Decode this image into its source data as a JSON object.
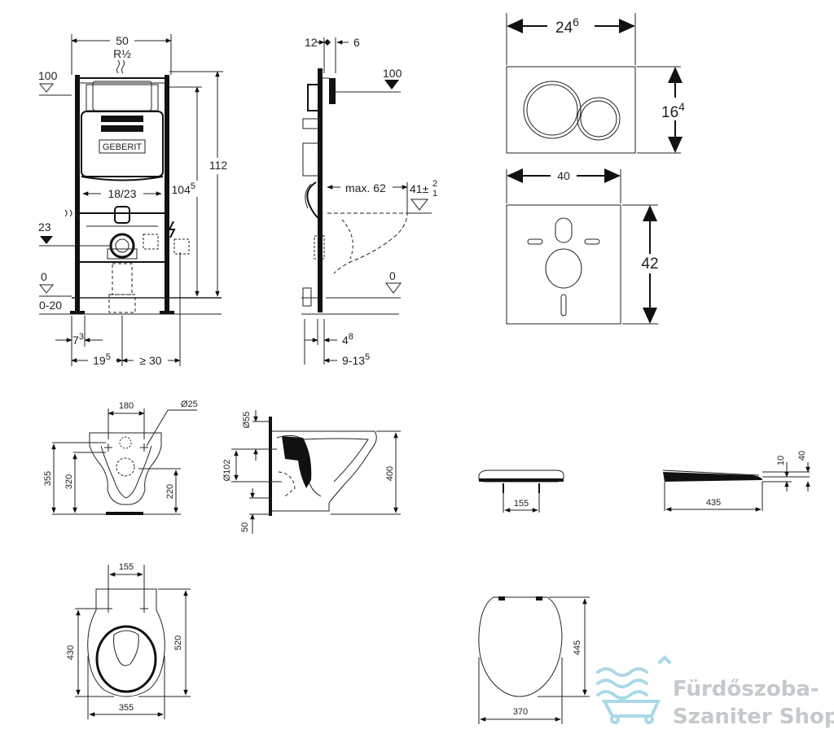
{
  "frame_front": {
    "width": "50",
    "pipe": "R½",
    "level_100": "100",
    "level_23": "23",
    "level_0": "0",
    "range_floor": "0-20",
    "height_112": "112",
    "height_1045": "104",
    "height_1045_sup": "5",
    "spacing": "18/23",
    "dim_73": "7",
    "dim_73_sup": "3",
    "dim_195": "19",
    "dim_195_sup": "5",
    "dim_ge30": "≥ 30",
    "brand": "GEBERIT"
  },
  "frame_side": {
    "dim_12": "12",
    "dim_6": "6",
    "level_100": "100",
    "max62": "max. 62",
    "dim_41": "41",
    "dim_41_tol": "±",
    "dim_41_up": "2",
    "dim_41_dn": "1",
    "level_0": "0",
    "dim_48": "4",
    "dim_48_sup": "8",
    "dim_9135": "9-13",
    "dim_9135_sup": "5"
  },
  "plate": {
    "width": "24",
    "width_sup": "6",
    "height": "16",
    "height_sup": "4",
    "pad_width": "40",
    "pad_height": "42"
  },
  "bowl_front": {
    "d180": "180",
    "d25": "Ø25",
    "h355": "355",
    "h320": "320",
    "h220": "220"
  },
  "bowl_side": {
    "d55": "Ø55",
    "d102": "Ø102",
    "d50": "50",
    "h400": "400"
  },
  "seat_front": {
    "d155": "155"
  },
  "seat_side": {
    "d10": "10",
    "d40": "40",
    "d435": "435"
  },
  "bowl_top": {
    "d155": "155",
    "d430": "430",
    "d520": "520",
    "d355": "355"
  },
  "seat_top": {
    "d445": "445",
    "d370": "370"
  },
  "watermark": {
    "line1": "Fürdőszoba-",
    "line2": "Szaniter Shop",
    "color": "#c4c9cc"
  }
}
